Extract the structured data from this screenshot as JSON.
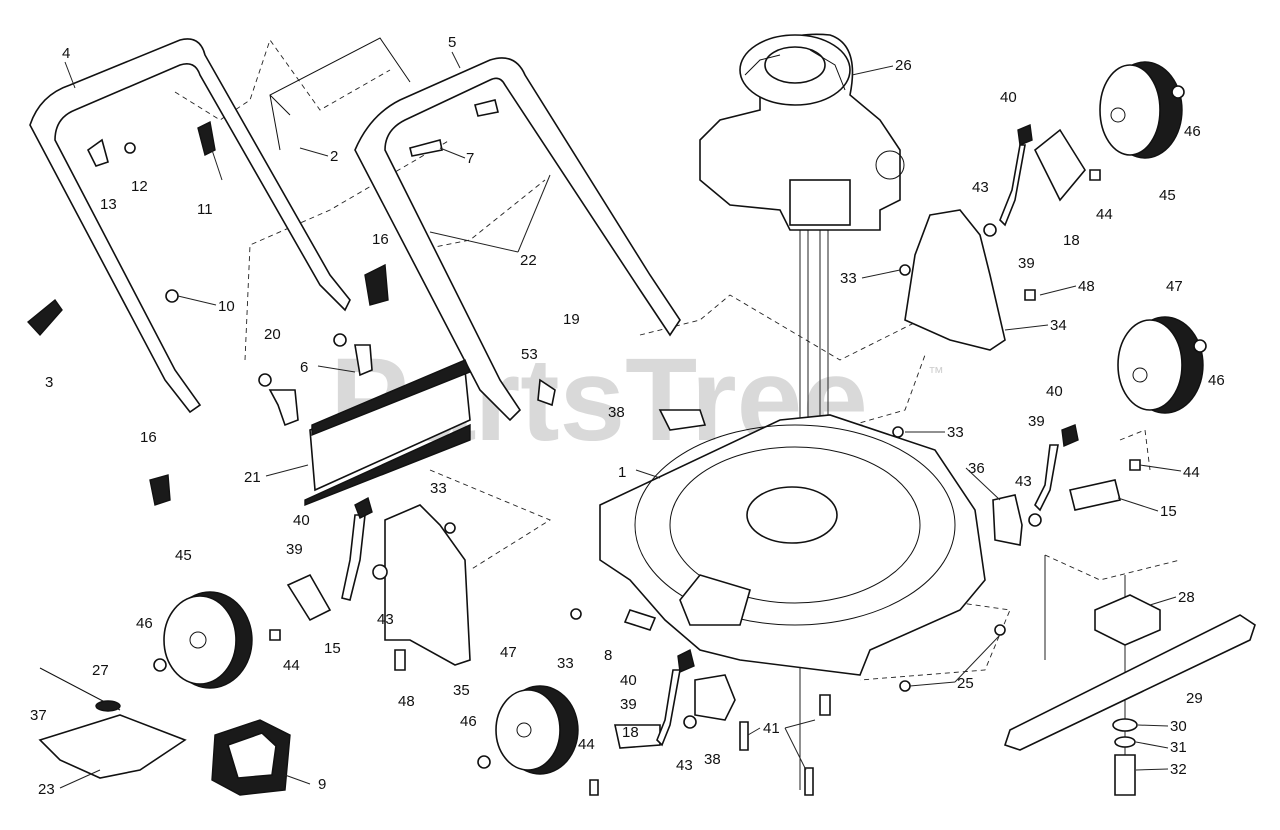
{
  "watermark": {
    "brand": "PartsTree",
    "trademark": "™"
  },
  "callouts": [
    {
      "id": "c1",
      "label": "1"
    },
    {
      "id": "c2",
      "label": "2"
    },
    {
      "id": "c3",
      "label": "3"
    },
    {
      "id": "c4",
      "label": "4"
    },
    {
      "id": "c5",
      "label": "5"
    },
    {
      "id": "c6",
      "label": "6"
    },
    {
      "id": "c7",
      "label": "7"
    },
    {
      "id": "c8",
      "label": "8"
    },
    {
      "id": "c9",
      "label": "9"
    },
    {
      "id": "c10",
      "label": "10"
    },
    {
      "id": "c11",
      "label": "11"
    },
    {
      "id": "c12",
      "label": "12"
    },
    {
      "id": "c13",
      "label": "13"
    },
    {
      "id": "c15a",
      "label": "15"
    },
    {
      "id": "c15b",
      "label": "15"
    },
    {
      "id": "c16a",
      "label": "16"
    },
    {
      "id": "c16b",
      "label": "16"
    },
    {
      "id": "c18a",
      "label": "18"
    },
    {
      "id": "c18b",
      "label": "18"
    },
    {
      "id": "c19",
      "label": "19"
    },
    {
      "id": "c20",
      "label": "20"
    },
    {
      "id": "c21",
      "label": "21"
    },
    {
      "id": "c22",
      "label": "22"
    },
    {
      "id": "c23",
      "label": "23"
    },
    {
      "id": "c25",
      "label": "25"
    },
    {
      "id": "c26",
      "label": "26"
    },
    {
      "id": "c27",
      "label": "27"
    },
    {
      "id": "c28",
      "label": "28"
    },
    {
      "id": "c29",
      "label": "29"
    },
    {
      "id": "c30",
      "label": "30"
    },
    {
      "id": "c31",
      "label": "31"
    },
    {
      "id": "c32",
      "label": "32"
    },
    {
      "id": "c33a",
      "label": "33"
    },
    {
      "id": "c33b",
      "label": "33"
    },
    {
      "id": "c33c",
      "label": "33"
    },
    {
      "id": "c33d",
      "label": "33"
    },
    {
      "id": "c34",
      "label": "34"
    },
    {
      "id": "c35",
      "label": "35"
    },
    {
      "id": "c36",
      "label": "36"
    },
    {
      "id": "c37",
      "label": "37"
    },
    {
      "id": "c38a",
      "label": "38"
    },
    {
      "id": "c38b",
      "label": "38"
    },
    {
      "id": "c39a",
      "label": "39"
    },
    {
      "id": "c39b",
      "label": "39"
    },
    {
      "id": "c39c",
      "label": "39"
    },
    {
      "id": "c39d",
      "label": "39"
    },
    {
      "id": "c40a",
      "label": "40"
    },
    {
      "id": "c40b",
      "label": "40"
    },
    {
      "id": "c40c",
      "label": "40"
    },
    {
      "id": "c40d",
      "label": "40"
    },
    {
      "id": "c41",
      "label": "41"
    },
    {
      "id": "c43a",
      "label": "43"
    },
    {
      "id": "c43b",
      "label": "43"
    },
    {
      "id": "c43c",
      "label": "43"
    },
    {
      "id": "c43d",
      "label": "43"
    },
    {
      "id": "c44a",
      "label": "44"
    },
    {
      "id": "c44b",
      "label": "44"
    },
    {
      "id": "c44c",
      "label": "44"
    },
    {
      "id": "c44d",
      "label": "44"
    },
    {
      "id": "c45a",
      "label": "45"
    },
    {
      "id": "c45b",
      "label": "45"
    },
    {
      "id": "c46a",
      "label": "46"
    },
    {
      "id": "c46b",
      "label": "46"
    },
    {
      "id": "c46c",
      "label": "46"
    },
    {
      "id": "c46d",
      "label": "46"
    },
    {
      "id": "c47a",
      "label": "47"
    },
    {
      "id": "c47b",
      "label": "47"
    },
    {
      "id": "c48a",
      "label": "48"
    },
    {
      "id": "c48b",
      "label": "48"
    },
    {
      "id": "c53",
      "label": "53"
    }
  ]
}
